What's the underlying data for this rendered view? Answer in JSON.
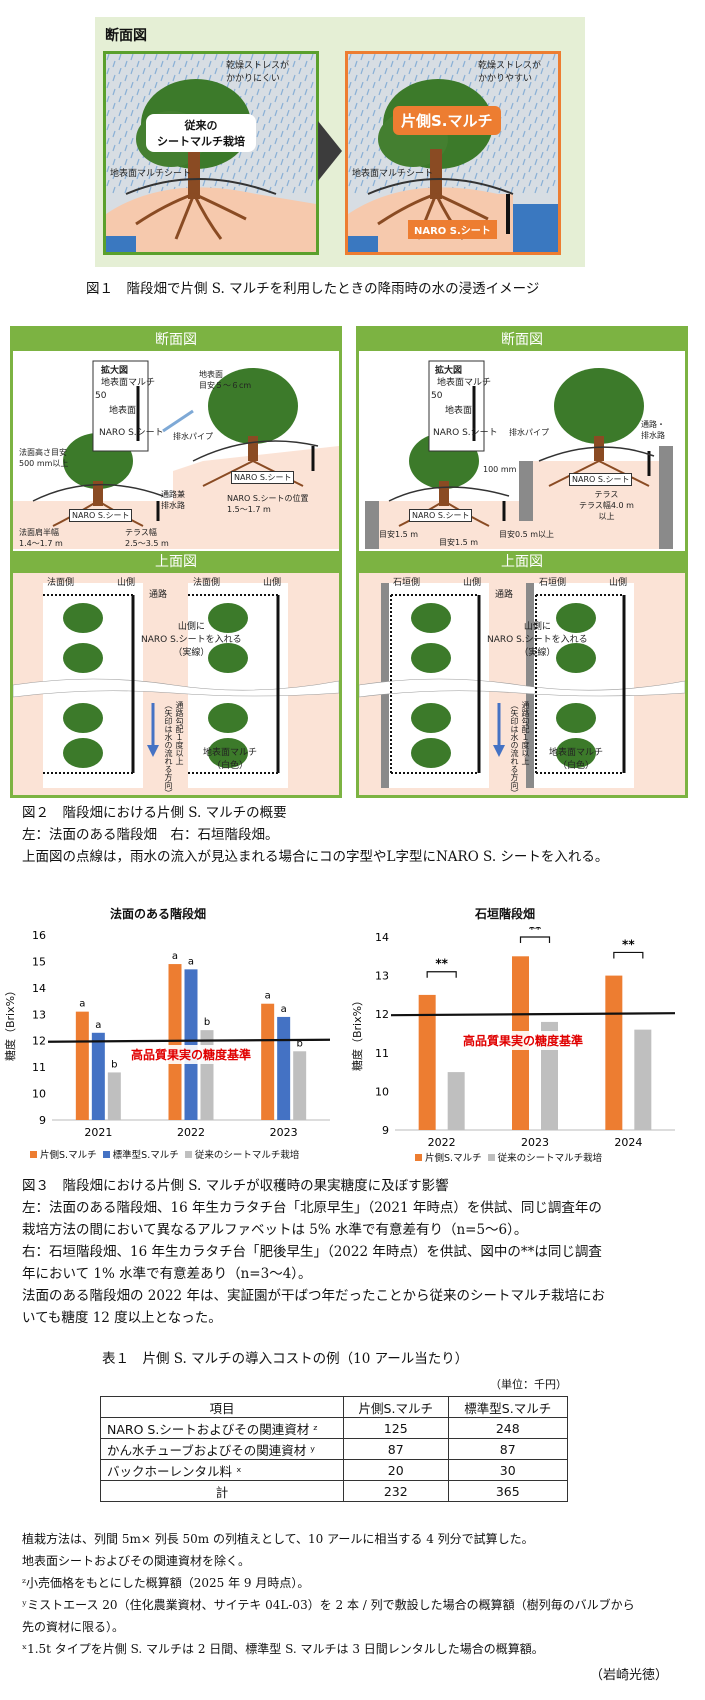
{
  "fig1": {
    "section_label": "断面図",
    "left_title": "従来の\nシートマルチ栽培",
    "left_stress": "乾燥ストレスが\nかかりにくい",
    "left_sheet": "地表面マルチシート",
    "right_title": "片側S.マルチ",
    "right_stress": "乾燥ストレスが\nかかりやすい",
    "right_sheet": "地表面マルチシート",
    "right_naro": "NARO S.シート",
    "caption": "図１　階段畑で片側 S. マルチを利用したときの降雨時の水の浸透イメージ"
  },
  "fig2": {
    "section_top": "断面図",
    "section_bottom": "上面図",
    "left": {
      "zoom": "拡大図",
      "zoom_sheet": "地表面マルチ",
      "zoom_surface": "地表面",
      "zoom_50": "50",
      "zoom_naro": "NARO S.シート",
      "distance": "地表面\n目安５～６cm",
      "drain": "排水パイプ",
      "slope_height": "法面高さ目安\n500 mm以上",
      "road": "通路兼\n排水路",
      "naro1": "NARO S.シート",
      "naro2": "NARO S.シート",
      "naro_pos": "NARO S.シートの位置\n1.5～1.7 m",
      "half_width": "法面肩半幅\n1.4～1.7 m",
      "terrace_width": "テラス幅\n2.5～3.5 m",
      "top_slope": "法面側",
      "top_mountain": "山側",
      "top_road": "通路",
      "top_slope2": "法面側",
      "top_mountain2": "山側",
      "insert_note": "山側に\nNARO S.シートを入れる\n（実線）",
      "gradient_note": "通路勾配１度以上\n（矢印は水の流れる方向）",
      "white_mulch": "地表面マルチ\n（白色）"
    },
    "right": {
      "zoom": "拡大図",
      "zoom_sheet": "地表面マルチ",
      "zoom_surface": "地表面",
      "zoom_50": "50",
      "zoom_naro": "NARO S.シート",
      "drain": "排水パイプ",
      "road": "通路・\n排水路",
      "h100": "100 mm",
      "naro1": "NARO S.シート",
      "naro2": "NARO S.シート",
      "terrace_width": "テラス\nテラス幅4.0 m\n以上",
      "d1": "目安1.5 m",
      "d2": "目安1.5 m",
      "d3": "目安0.5 m以上",
      "top_stone": "石垣側",
      "top_mountain": "山側",
      "top_road": "通路",
      "top_stone2": "石垣側",
      "top_mountain2": "山側",
      "insert_note": "山側に\nNARO S.シートを入れる\n（実線）",
      "gradient_note": "通路勾配１度以上\n（矢印は水の流れる方向）",
      "white_mulch": "地表面マルチ\n（白色）"
    },
    "caption1": "図２　階段畑における片側 S. マルチの概要",
    "caption2": "左：法面のある階段畑　右：石垣階段畑。",
    "caption3": "上面図の点線は，雨水の流入が見込まれる場合にコの字型やL字型にNARO S. シートを入れる。"
  },
  "chart_data": [
    {
      "type": "bar",
      "title": "法面のある階段畑",
      "ylabel": "糖度（Brix%）",
      "ylim": [
        9,
        16
      ],
      "yticks": [
        "9",
        "10",
        "11",
        "12",
        "13",
        "14",
        "15",
        "16"
      ],
      "categories": [
        "2021",
        "2022",
        "2023"
      ],
      "series": [
        {
          "name": "片側S.マルチ",
          "color": "#ed7d31",
          "values": [
            13.1,
            14.9,
            13.4
          ],
          "labels": [
            "a",
            "a",
            "a"
          ]
        },
        {
          "name": "標準型S.マルチ",
          "color": "#4472c4",
          "values": [
            12.3,
            14.7,
            12.9
          ],
          "labels": [
            "a",
            "a",
            "a"
          ]
        },
        {
          "name": "従来のシートマルチ栽培",
          "color": "#bfbfbf",
          "values": [
            10.8,
            12.4,
            11.6
          ],
          "labels": [
            "b",
            "b",
            "b"
          ]
        }
      ],
      "reference_line": 12,
      "reference_label": "高品質果実の糖度基準"
    },
    {
      "type": "bar",
      "title": "石垣階段畑",
      "ylabel": "糖度（Brix%）",
      "ylim": [
        9,
        14
      ],
      "yticks": [
        "9",
        "10",
        "11",
        "12",
        "13",
        "14"
      ],
      "categories": [
        "2022",
        "2023",
        "2024"
      ],
      "series": [
        {
          "name": "片側S.マルチ",
          "color": "#ed7d31",
          "values": [
            12.5,
            13.5,
            13.0
          ]
        },
        {
          "name": "従来のシートマルチ栽培",
          "color": "#bfbfbf",
          "values": [
            10.5,
            11.8,
            11.6
          ]
        }
      ],
      "significance": [
        "**",
        "**",
        "**"
      ],
      "reference_line": 12,
      "reference_label": "高品質果実の糖度基準"
    }
  ],
  "fig3": {
    "caption1": "図３　階段畑における片側 S. マルチが収穫時の果実糖度に及ぼす影響",
    "caption2": "左：法面のある階段畑、16 年生カラタチ台「北原早生」（2021 年時点）を供試、同じ調査年の",
    "caption3": "栽培方法の間において異なるアルファベットは 5% 水準で有意差有り（n=5～6）。",
    "caption4": "右：石垣階段畑、16 年生カラタチ台「肥後早生」（2022 年時点）を供試、図中の**は同じ調査",
    "caption5": "年において 1% 水準で有意差あり（n=3～4）。",
    "caption6": "法面のある階段畑の 2022 年は、実証園が干ばつ年だったことから従来のシートマルチ栽培にお",
    "caption7": "いても糖度 12 度以上となった。"
  },
  "table1": {
    "title": "表１　片側 S. マルチの導入コストの例（10 アール当たり）",
    "unit": "（単位：千円）",
    "headers": [
      "項目",
      "片側S.マルチ",
      "標準型S.マルチ"
    ],
    "rows": [
      [
        "NARO S.シートおよびその関連資材 ᶻ",
        "125",
        "248"
      ],
      [
        "かん水チューブおよびその関連資材 ʸ",
        "87",
        "87"
      ],
      [
        "バックホーレンタル料 ˣ",
        "20",
        "30"
      ],
      [
        "計",
        "232",
        "365"
      ]
    ],
    "note1": "植栽方法は、列間 5m× 列長 50m の列植えとして、10 アールに相当する 4 列分で試算した。",
    "note2": "地表面シートおよびその関連資材を除く。",
    "note3": "ᶻ小売価格をもとにした概算額（2025 年 9 月時点）。",
    "note4": "ʸミストエース 20（住化農業資材、サイテキ 04L-03）を 2 本 / 列で敷設した場合の概算額（樹列毎のバルブから",
    "note5": "先の資材に限る）。",
    "note6": "ˣ1.5t タイプを片側 S. マルチは 2 日間、標準型 S. マルチは 3 日間レンタルした場合の概算額。",
    "author": "（岩崎光徳）"
  }
}
